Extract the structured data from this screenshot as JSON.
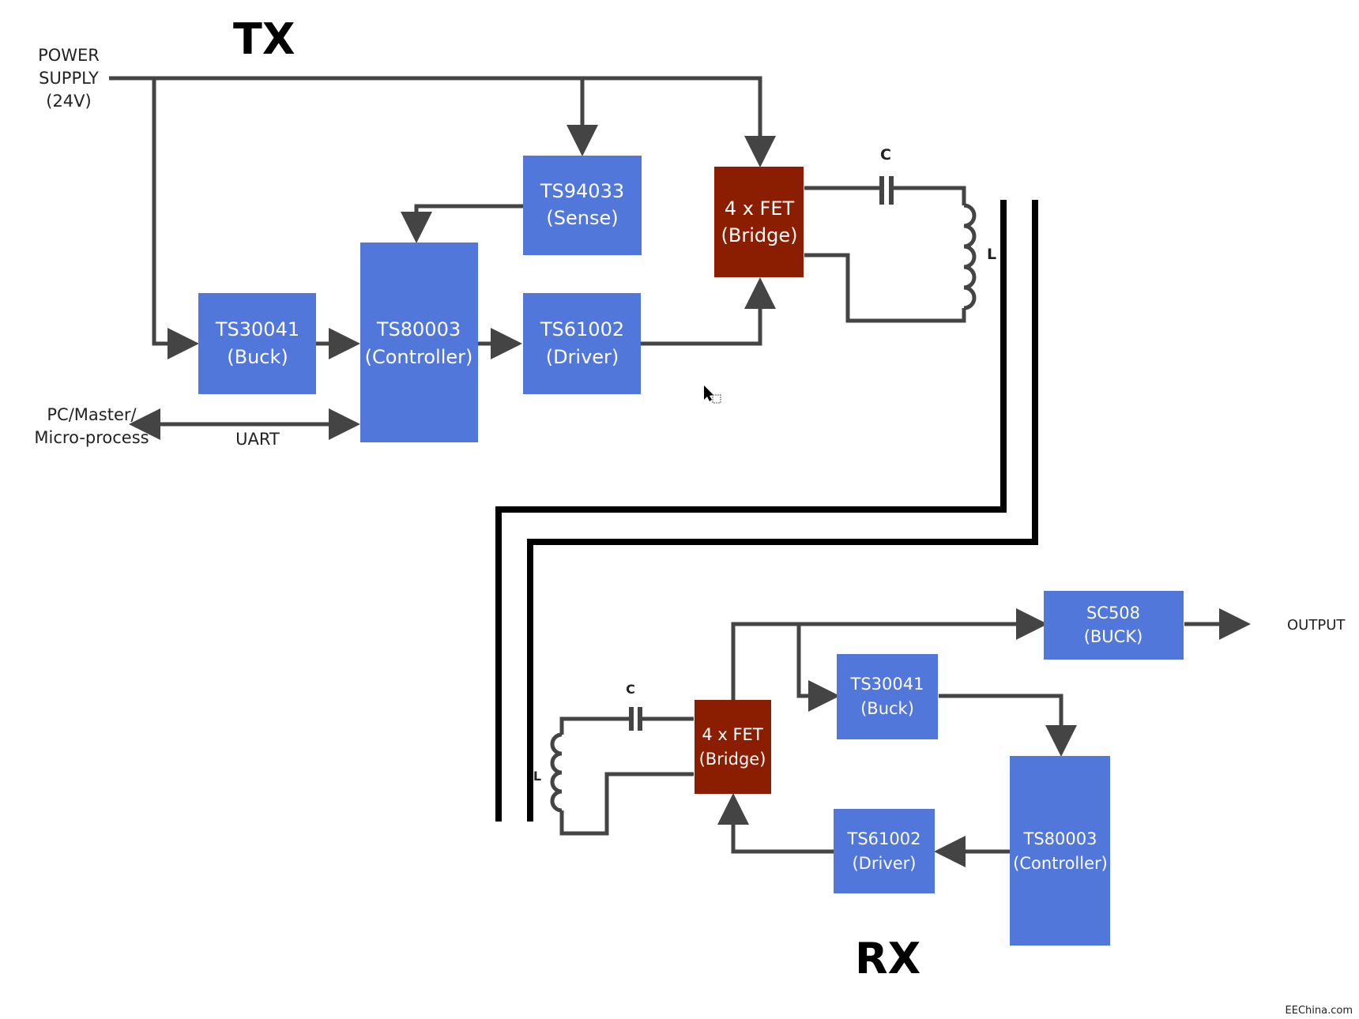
{
  "titles": {
    "tx": "TX",
    "rx": "RX"
  },
  "tx": {
    "power_supply": [
      "POWER",
      "SUPPLY",
      "(24V)"
    ],
    "host": [
      "PC/Master/",
      "Micro-process"
    ],
    "uart": "UART",
    "sense": [
      "TS94033",
      "(Sense)"
    ],
    "buck": [
      "TS30041",
      "(Buck)"
    ],
    "controller": [
      "TS80003",
      "(Controller)"
    ],
    "driver": [
      "TS61002",
      "(Driver)"
    ],
    "bridge": [
      "4 x FET",
      "(Bridge)"
    ],
    "cap": "C",
    "inductor": "L"
  },
  "rx": {
    "sc508": [
      "SC508",
      "(BUCK)"
    ],
    "output": "OUTPUT",
    "buck": [
      "TS30041",
      "(Buck)"
    ],
    "controller": [
      "TS80003",
      "(Controller)"
    ],
    "driver": [
      "TS61002",
      "(Driver)"
    ],
    "bridge": [
      "4 x FET",
      "(Bridge)"
    ],
    "cap": "C",
    "inductor": "L"
  },
  "watermark": "EEChina.com",
  "colors": {
    "block": "#5277DB",
    "bridge": "#8B1E00",
    "wire": "#444444"
  }
}
